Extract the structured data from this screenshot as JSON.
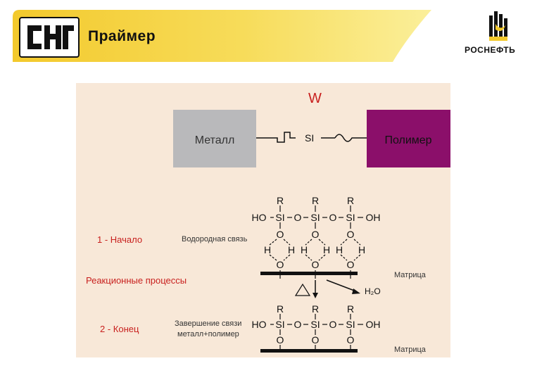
{
  "header": {
    "title": "Праймер",
    "company_logo_text": "СНГ",
    "brand_name": "РОСНЕФТЬ"
  },
  "colors": {
    "banner_yellow": "#f5d23a",
    "panel_bg": "#f8e8d8",
    "metal_box": "#b9b9bb",
    "polymer_box": "#8b0f6a",
    "accent_red": "#c8201e"
  },
  "diagram": {
    "top_label": "W",
    "metal_label": "Металл",
    "polymer_label": "Полимер",
    "si_label": "SI",
    "step1_label": "1 - Начало",
    "hbond_label": "Водородная связь",
    "reaction_label": "Реакционные процессы",
    "step2_label": "2 - Конец",
    "completion_label_line1": "Завершение связи",
    "completion_label_line2": "металл+полимер",
    "matrix_label": "Матрица",
    "water_label": "H₂O",
    "r_label": "R",
    "ho_label": "HO",
    "oh_label": "OH",
    "si_atom": "SI",
    "o_atom": "O",
    "h_atom": "H"
  }
}
